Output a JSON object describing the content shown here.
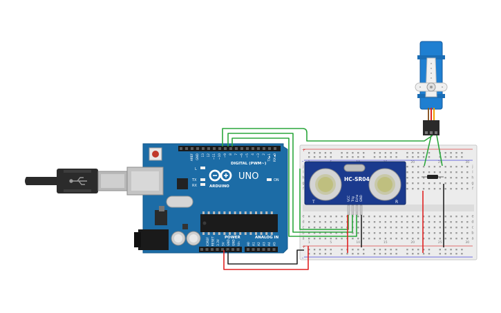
{
  "arduino": {
    "brand": "ARDUINO",
    "model": "UNO",
    "digital_label": "DIGITAL (PWM~)",
    "power_label": "POWER",
    "analog_label": "ANALOG IN",
    "on_label": "ON",
    "l_label": "L",
    "tx_label": "TX",
    "rx_label": "RX",
    "digital_pins": [
      "AREF",
      "GND",
      "13",
      "12",
      "~11",
      "~10",
      "~9",
      "8",
      "7",
      "~6",
      "~5",
      "4",
      "~3",
      "2",
      "TX►1",
      "RX◄0"
    ],
    "power_pins": [
      "IOREF",
      "RESET",
      "3.3V",
      "5V",
      "GND",
      "GND",
      "Vin"
    ],
    "analog_pins": [
      "A0",
      "A1",
      "A2",
      "A3",
      "A4",
      "A5"
    ]
  },
  "sensor": {
    "label": "HC-SR04",
    "transmitter_mark": "T",
    "receiver_mark": "R",
    "pins": [
      "VCC",
      "Trig",
      "Echo",
      "GND"
    ]
  },
  "breadboard": {
    "row_letters_top": [
      "j",
      "i",
      "h",
      "g",
      "f"
    ],
    "row_letters_bottom": [
      "e",
      "d",
      "c",
      "b",
      "a"
    ],
    "column_numbers": [
      "1",
      "5",
      "10",
      "15",
      "20",
      "25",
      "30"
    ],
    "rail_plus": "+",
    "rail_minus": "-"
  },
  "colors": {
    "board": "#1c6ca6",
    "wire_signal": "#2aa63b",
    "wire_power": "#e02020",
    "wire_ground": "#222222",
    "servo": "#1f7fd1",
    "breadboard": "#ececec"
  }
}
